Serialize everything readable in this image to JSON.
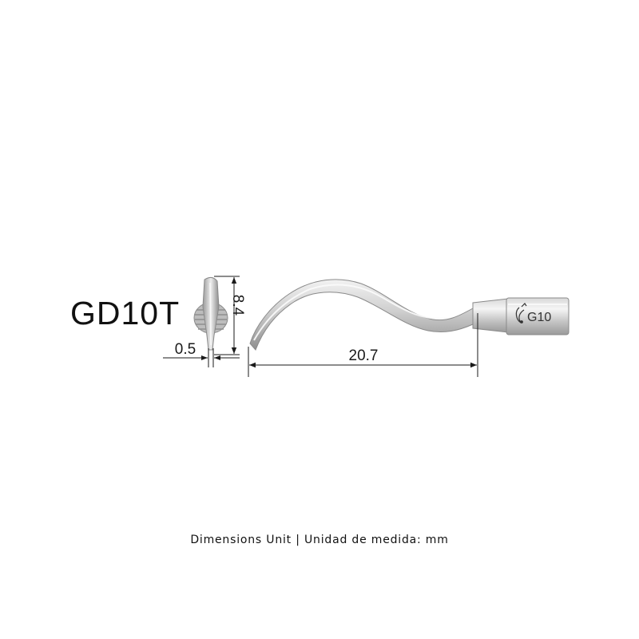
{
  "product": {
    "model": "GD10T",
    "engraving": "G10"
  },
  "dimensions": {
    "tip_width": "0.5",
    "tip_height": "8.4",
    "tip_length": "20.7"
  },
  "footer": {
    "unit_note": "Dimensions Unit | Unidad de medida: mm"
  },
  "colors": {
    "metal_light": "#e6e6e6",
    "metal_mid": "#b8b8b8",
    "metal_dark": "#8a8a8a",
    "line": "#1a1a1a"
  }
}
